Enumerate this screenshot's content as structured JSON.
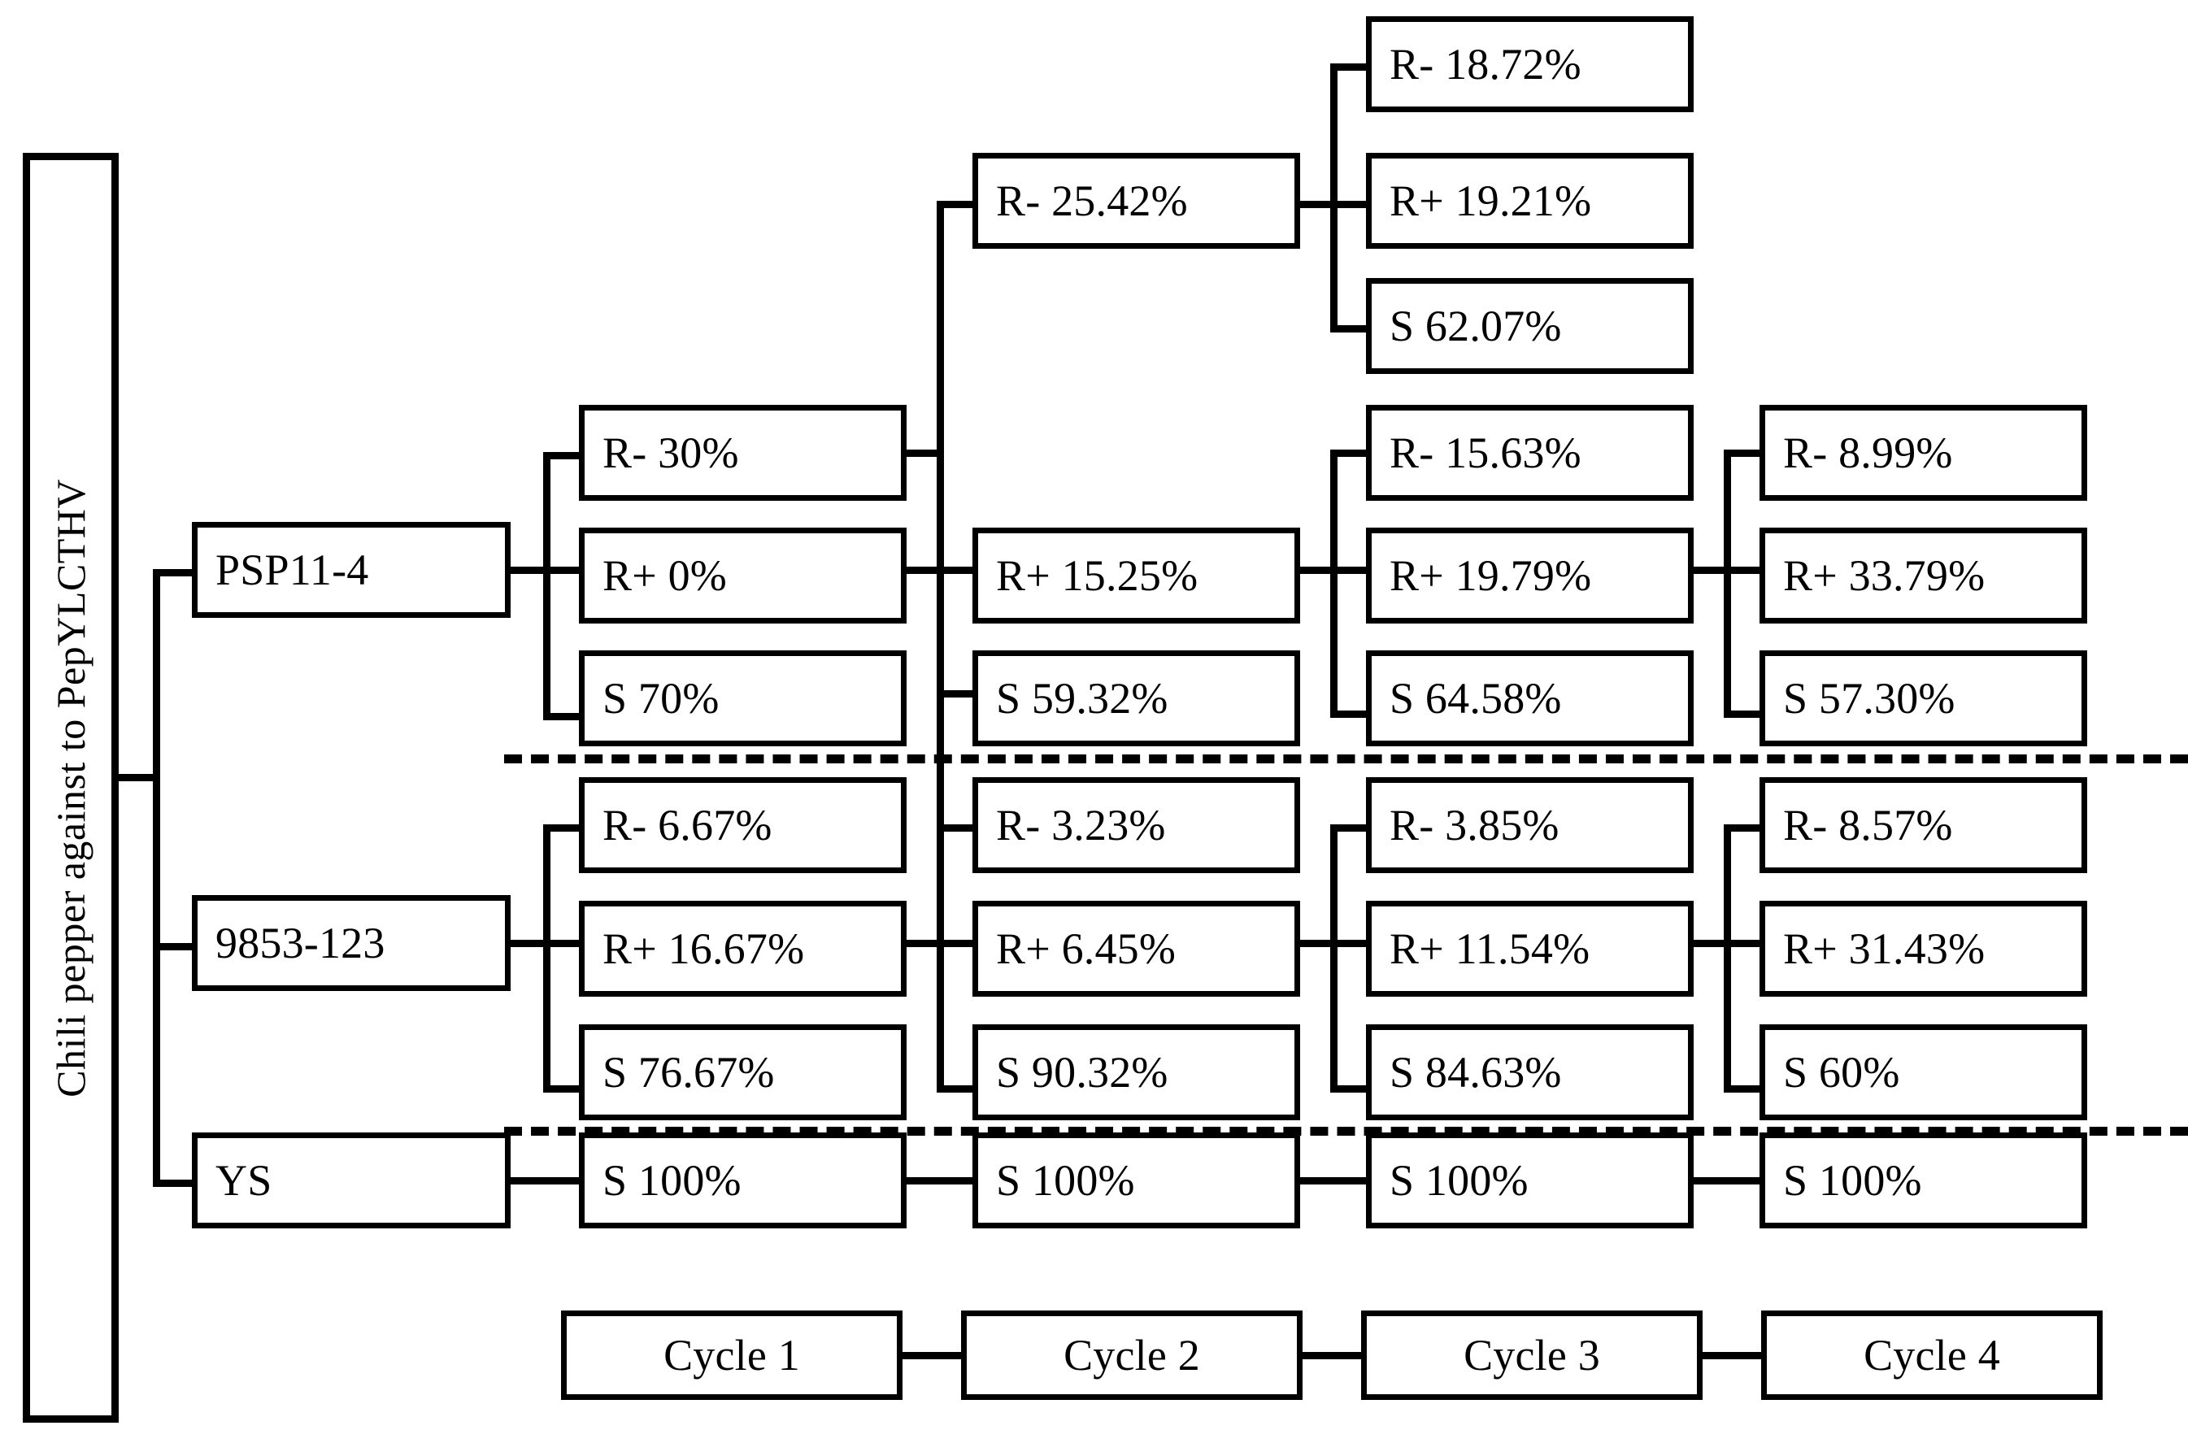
{
  "diagram": {
    "title_axis_label": "Chili pepper against to PepYLCTHV",
    "rows": [
      {
        "name": "PSP11-4",
        "source_label": "PSP11-4",
        "cycles": [
          {
            "cycle": "Cycle 1",
            "entries": [
              {
                "category": "R-",
                "label": "R- 30%",
                "value": 30,
                "unit": "%"
              },
              {
                "category": "R+",
                "label": "R+ 0%",
                "value": 0,
                "unit": "%"
              },
              {
                "category": "S",
                "label": "S 70%",
                "value": 70,
                "unit": "%"
              }
            ]
          },
          {
            "cycle": "Cycle 2",
            "entries": [
              {
                "category": "R-",
                "label": "R- 25.42%",
                "value": 25.42,
                "unit": "%"
              },
              {
                "category": "R+",
                "label": "R+ 15.25%",
                "value": 15.25,
                "unit": "%"
              },
              {
                "category": "S",
                "label": "S 59.32%",
                "value": 59.32,
                "unit": "%"
              }
            ]
          },
          {
            "cycle": "Cycle 3",
            "entries": [
              {
                "category": "R-",
                "label": "R- 15.63%",
                "value": 15.63,
                "unit": "%"
              },
              {
                "category": "R+",
                "label": "R+ 19.79%",
                "value": 19.79,
                "unit": "%"
              },
              {
                "category": "S",
                "label": "S 64.58%",
                "value": 64.58,
                "unit": "%"
              }
            ]
          },
          {
            "cycle": "Cycle 4",
            "entries": [
              {
                "category": "R-",
                "label": "R- 8.99%",
                "value": 8.99,
                "unit": "%"
              },
              {
                "category": "R+",
                "label": "R+ 33.79%",
                "value": 33.79,
                "unit": "%"
              },
              {
                "category": "S",
                "label": "S 57.30%",
                "value": 57.3,
                "unit": "%"
              }
            ]
          }
        ],
        "sub_branch": {
          "from": "R- 25.42%",
          "entries": [
            {
              "category": "R-",
              "label": "R- 18.72%",
              "value": 18.72,
              "unit": "%"
            },
            {
              "category": "R+",
              "label": "R+ 19.21%",
              "value": 19.21,
              "unit": "%"
            },
            {
              "category": "S",
              "label": "S 62.07%",
              "value": 62.07,
              "unit": "%"
            }
          ]
        }
      },
      {
        "name": "9853-123",
        "source_label": "9853-123",
        "cycles": [
          {
            "cycle": "Cycle 1",
            "entries": [
              {
                "category": "R-",
                "label": "R- 6.67%",
                "value": 6.67,
                "unit": "%"
              },
              {
                "category": "R+",
                "label": "R+ 16.67%",
                "value": 16.67,
                "unit": "%"
              },
              {
                "category": "S",
                "label": "S 76.67%",
                "value": 76.67,
                "unit": "%"
              }
            ]
          },
          {
            "cycle": "Cycle 2",
            "entries": [
              {
                "category": "R-",
                "label": "R- 3.23%",
                "value": 3.23,
                "unit": "%"
              },
              {
                "category": "R+",
                "label": "R+ 6.45%",
                "value": 6.45,
                "unit": "%"
              },
              {
                "category": "S",
                "label": "S 90.32%",
                "value": 90.32,
                "unit": "%"
              }
            ]
          },
          {
            "cycle": "Cycle 3",
            "entries": [
              {
                "category": "R-",
                "label": "R- 3.85%",
                "value": 3.85,
                "unit": "%"
              },
              {
                "category": "R+",
                "label": "R+ 11.54%",
                "value": 11.54,
                "unit": "%"
              },
              {
                "category": "S",
                "label": "S 84.63%",
                "value": 84.63,
                "unit": "%"
              }
            ]
          },
          {
            "cycle": "Cycle 4",
            "entries": [
              {
                "category": "R-",
                "label": "R- 8.57%",
                "value": 8.57,
                "unit": "%"
              },
              {
                "category": "R+",
                "label": "R+ 31.43%",
                "value": 31.43,
                "unit": "%"
              },
              {
                "category": "S",
                "label": "S 60%",
                "value": 60,
                "unit": "%"
              }
            ]
          }
        ]
      },
      {
        "name": "YS",
        "source_label": "YS",
        "cycles": [
          {
            "cycle": "Cycle 1",
            "entries": [
              {
                "category": "S",
                "label": "S 100%",
                "value": 100,
                "unit": "%"
              }
            ]
          },
          {
            "cycle": "Cycle 2",
            "entries": [
              {
                "category": "S",
                "label": "S 100%",
                "value": 100,
                "unit": "%"
              }
            ]
          },
          {
            "cycle": "Cycle 3",
            "entries": [
              {
                "category": "S",
                "label": "S 100%",
                "value": 100,
                "unit": "%"
              }
            ]
          },
          {
            "cycle": "Cycle 4",
            "entries": [
              {
                "category": "S",
                "label": "S 100%",
                "value": 100,
                "unit": "%"
              }
            ]
          }
        ]
      }
    ],
    "cycle_legend": [
      "Cycle 1",
      "Cycle 2",
      "Cycle 3",
      "Cycle 4"
    ],
    "colors": {
      "line": "#000000",
      "box_fill": "#ffffff",
      "text": "#000000"
    }
  }
}
